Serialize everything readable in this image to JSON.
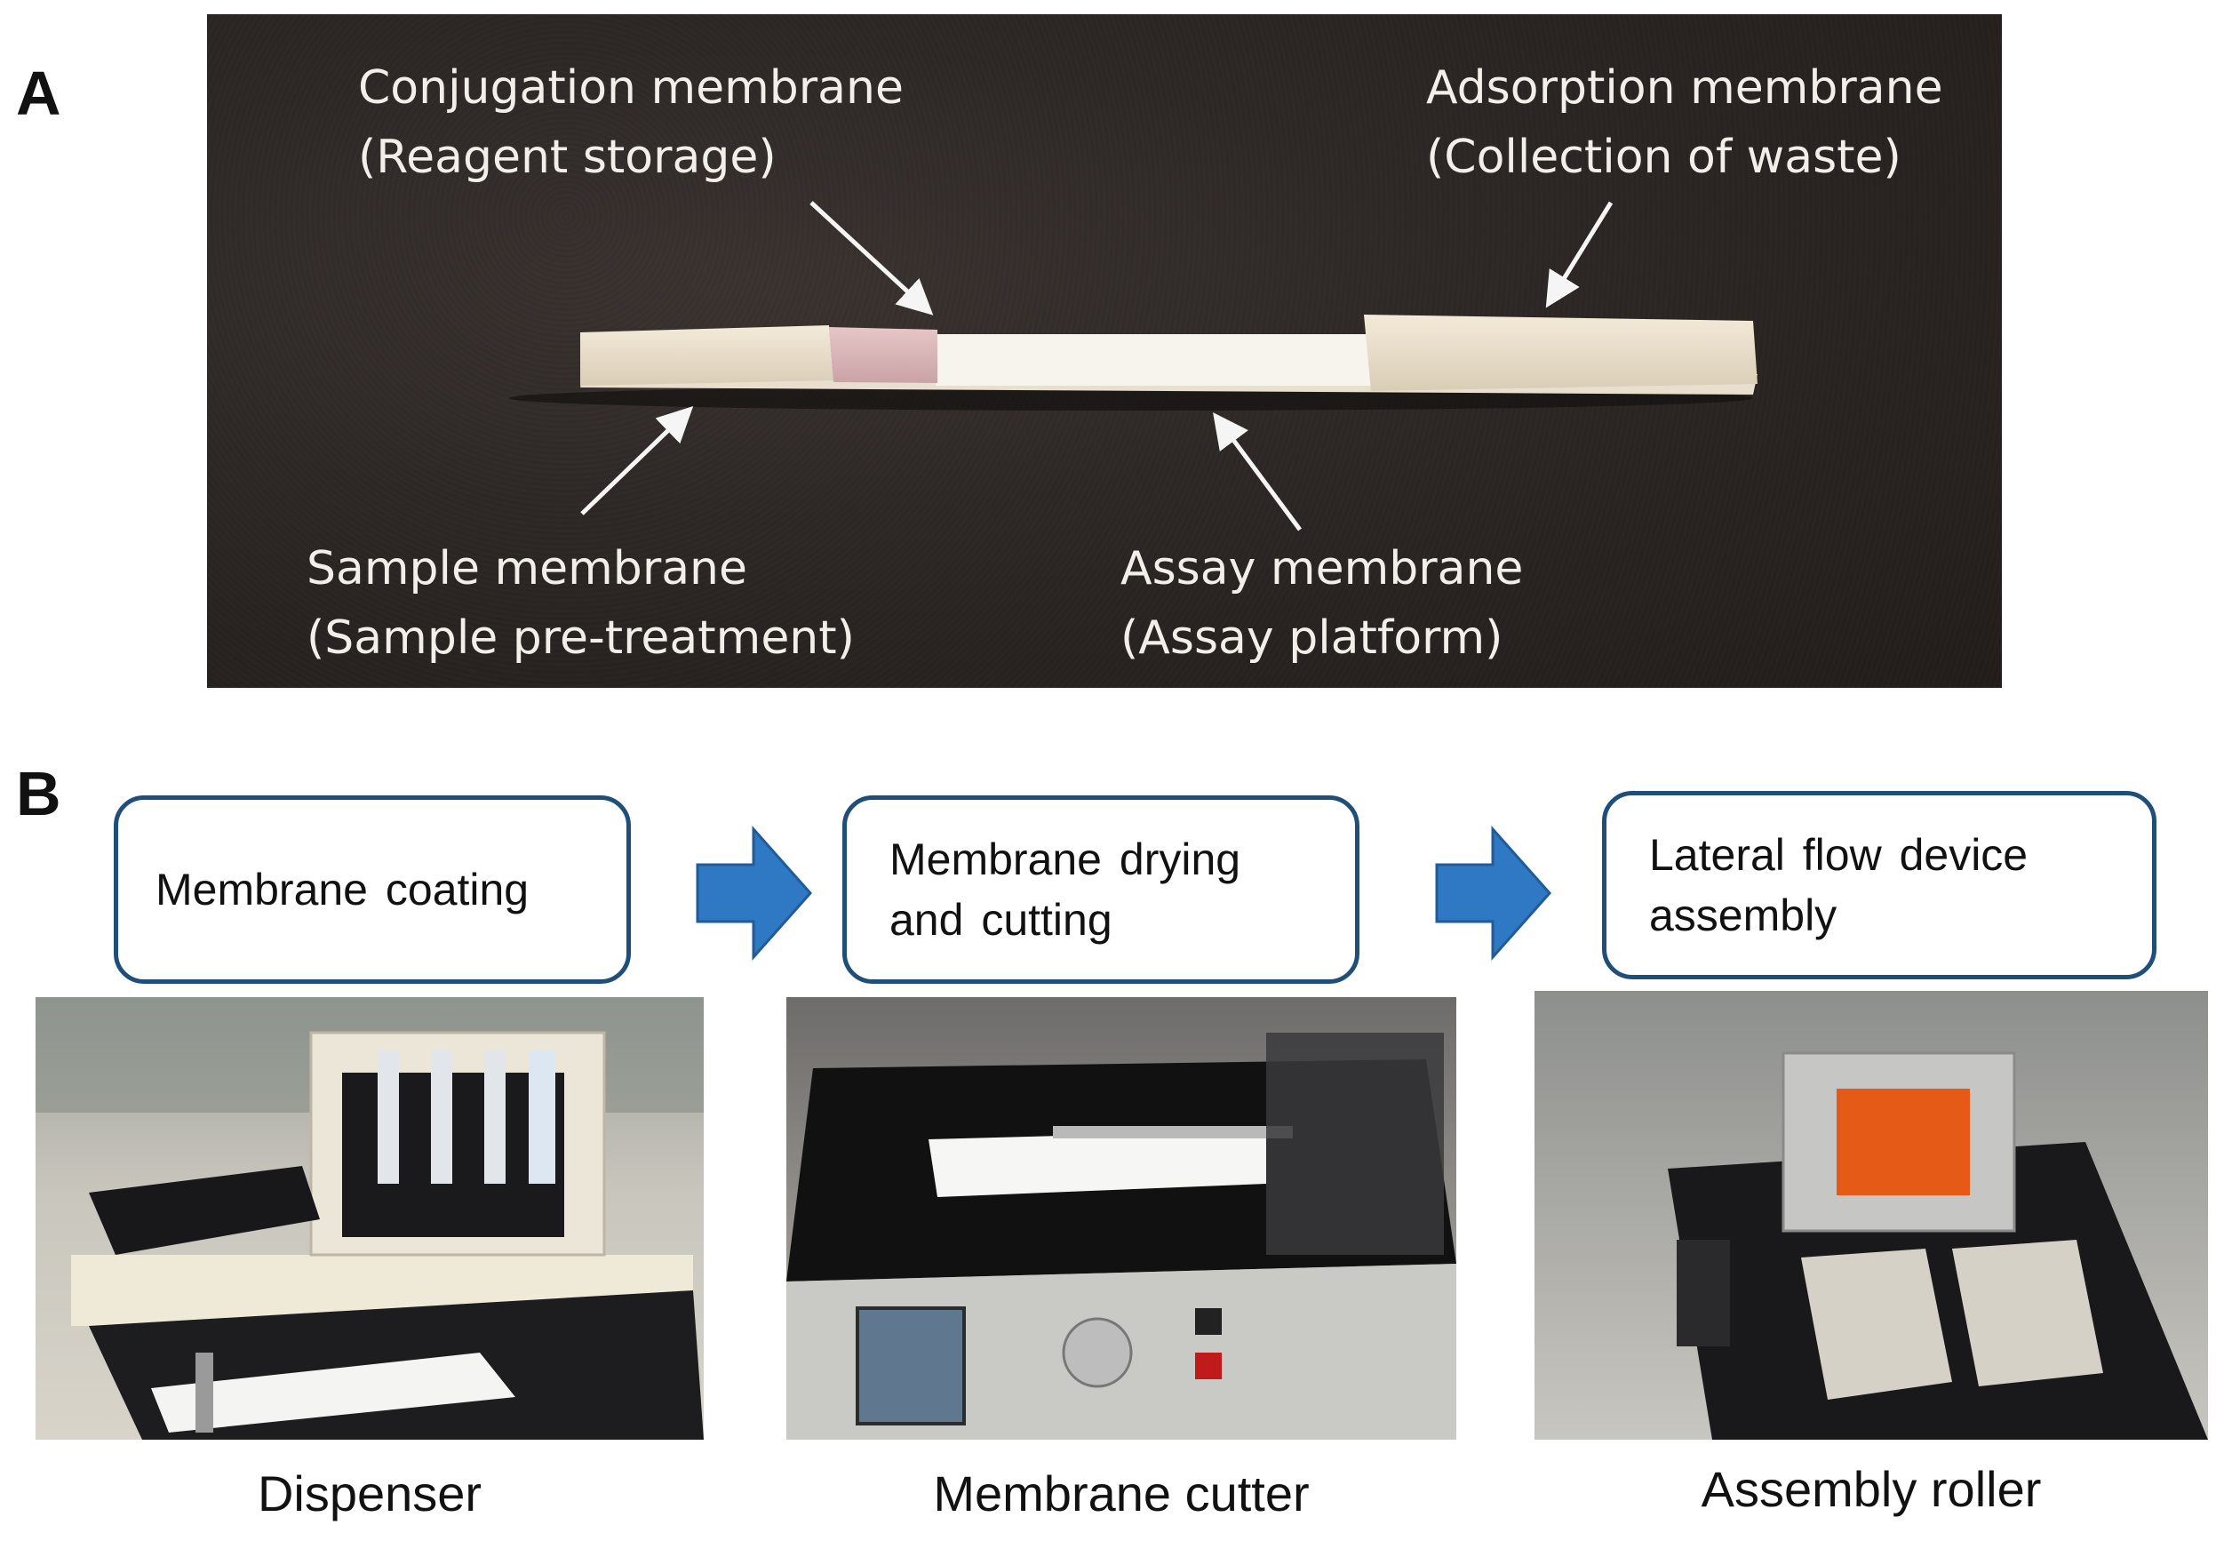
{
  "panel_a": {
    "letter": "A",
    "labels": {
      "conjugation": {
        "line1": "Conjugation membrane",
        "line2": "(Reagent storage)"
      },
      "adsorption": {
        "line1": "Adsorption membrane",
        "line2": "(Collection of waste)"
      },
      "sample": {
        "line1": "Sample membrane",
        "line2": "(Sample pre-treatment)"
      },
      "assay": {
        "line1": "Assay membrane",
        "line2": "(Assay platform)"
      }
    }
  },
  "panel_b": {
    "letter": "B",
    "steps": [
      {
        "text": "Membrane  coating",
        "caption": "Dispenser"
      },
      {
        "text": "Membrane  drying\nand cutting",
        "caption": "Membrane cutter"
      },
      {
        "text": "Lateral flow device\nassembly",
        "caption": "Assembly roller"
      }
    ]
  },
  "colors": {
    "box_border": "#1f4e79",
    "flow_arrow": "#2e78c4",
    "photo_background": "#2a2422"
  }
}
